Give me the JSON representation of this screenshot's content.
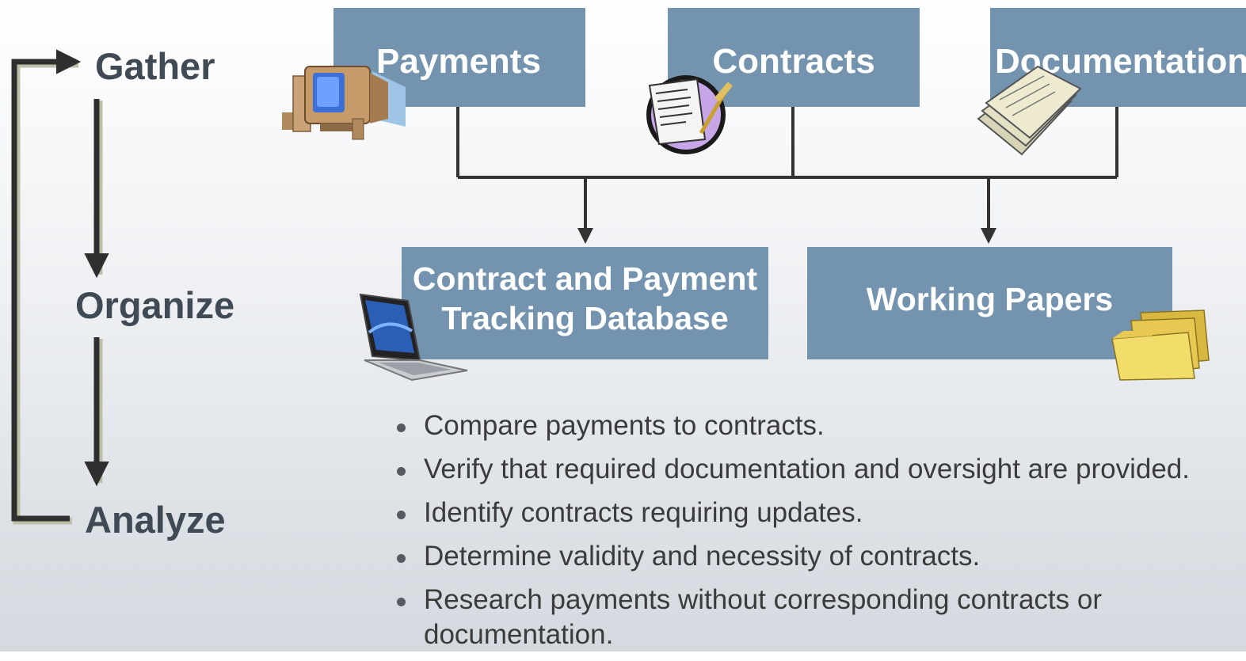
{
  "cycle": {
    "stages": [
      "Gather",
      "Organize",
      "Analyze"
    ]
  },
  "sources": {
    "payments": "Payments",
    "contracts": "Contracts",
    "documentation": "Documentation"
  },
  "outputs": {
    "database": "Contract and Payment Tracking Database",
    "working_papers": "Working Papers"
  },
  "bullets": [
    "Compare payments to contracts.",
    "Verify that required documentation and oversight are provided.",
    "Identify contracts requiring updates.",
    "Determine validity and necessity of contracts.",
    "Research payments without corresponding contracts or documentation."
  ],
  "colors": {
    "box": "#7393ae",
    "box_text": "#ffffff",
    "stage_text": "#3f4a55",
    "connector": "#333333"
  },
  "icons": [
    "desktop-computer-icon",
    "contract-scroll-icon",
    "paper-stack-icon",
    "laptop-icon",
    "folders-icon"
  ]
}
